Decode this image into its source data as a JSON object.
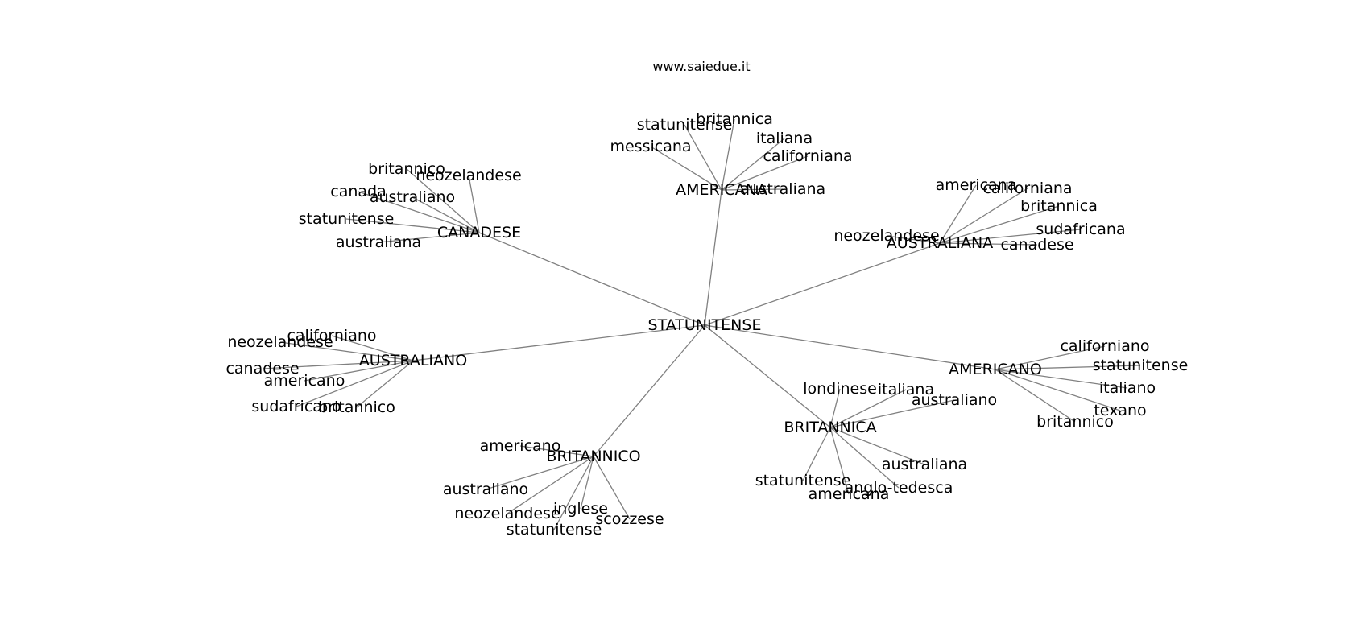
{
  "page": {
    "title": "www.saiedue.it"
  },
  "diagram": {
    "type": "radial-word-tree",
    "edge_color": "#808080",
    "root": "STATUNITENSE",
    "groups": [
      {
        "hub": "CANADESE",
        "leaves": [
          "britannico",
          "neozelandese",
          "canada",
          "australiano",
          "statunitense",
          "australiana"
        ]
      },
      {
        "hub": "AMERICANA",
        "leaves": [
          "statunitense",
          "britannica",
          "messicana",
          "italiana",
          "californiana",
          "australiana"
        ]
      },
      {
        "hub": "AUSTRALIANA",
        "leaves": [
          "americana",
          "californiana",
          "britannica",
          "neozelandese",
          "sudafricana",
          "canadese"
        ]
      },
      {
        "hub": "AUSTRALIANO",
        "leaves": [
          "californiano",
          "neozelandese",
          "canadese",
          "americano",
          "sudafricano",
          "britannico"
        ]
      },
      {
        "hub": "AMERICANO",
        "leaves": [
          "californiano",
          "statunitense",
          "italiano",
          "texano",
          "britannico"
        ]
      },
      {
        "hub": "BRITANNICA",
        "leaves": [
          "londinese",
          "italiana",
          "australiano",
          "australiana",
          "statunitense",
          "anglo-tedesca",
          "americana"
        ]
      },
      {
        "hub": "BRITANNICO",
        "leaves": [
          "americano",
          "australiano",
          "neozelandese",
          "inglese",
          "statunitense",
          "scozzese"
        ]
      }
    ]
  }
}
